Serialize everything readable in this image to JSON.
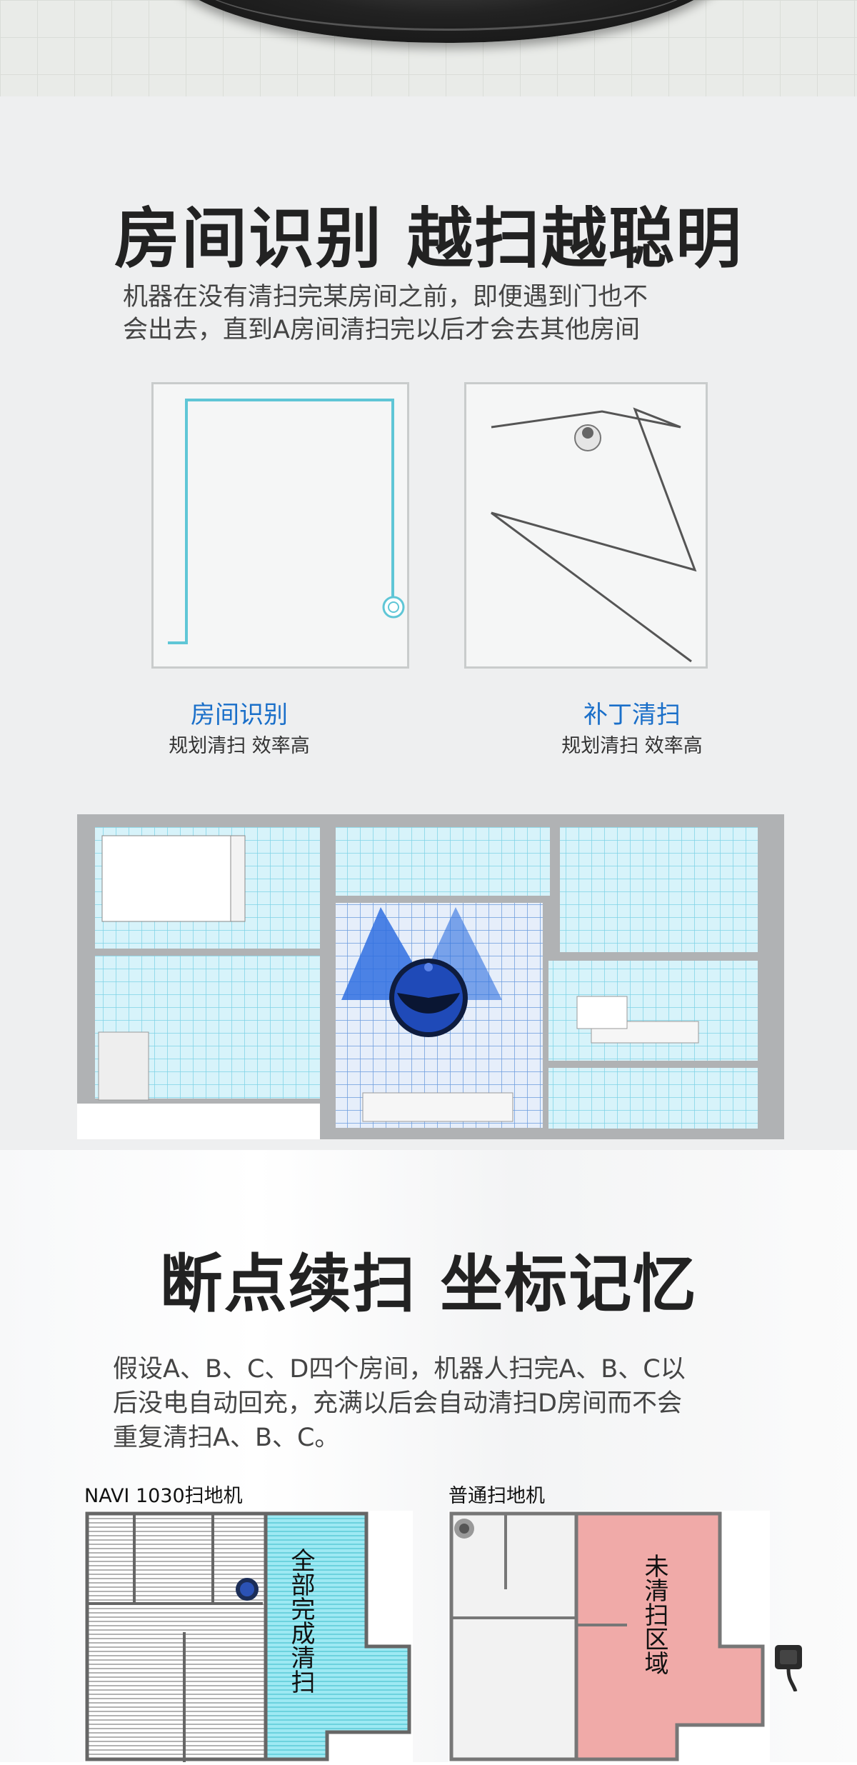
{
  "section_room": {
    "title": "房间识别 越扫越聪明",
    "desc_line1": "机器在没有清扫完某房间之前，即便遇到门也不",
    "desc_line2": "会出去，直到A房间清扫完以后才会去其他房间",
    "left_caption_title": "房间识别",
    "left_caption_sub": "规划清扫 效率高",
    "right_caption_title": "补丁清扫",
    "right_caption_sub": "规划清扫 效率高"
  },
  "section_resume": {
    "title": "断点续扫 坐标记忆",
    "desc_line1": "假设A、B、C、D四个房间，机器人扫完A、B、C以",
    "desc_line2": "后没电自动回充，充满以后会自动清扫D房间而不会",
    "desc_line3": "重复清扫A、B、C。",
    "left_plan_label": "NAVI 1030扫地机",
    "left_plan_area_text": "全部完成清扫",
    "right_plan_label": "普通扫地机",
    "right_plan_area_text": "未清扫区域"
  },
  "colors": {
    "accent_blue": "#1a6fc9",
    "path_cyan": "#5fc6d6",
    "map_blue_grid": "#bfeaf5",
    "unclean_pink": "#f0aaa8",
    "cleaned_cyan": "#9ee9f3"
  },
  "icons": [
    "robot-vacuum-icon",
    "charging-dock-icon",
    "power-adapter-icon"
  ]
}
